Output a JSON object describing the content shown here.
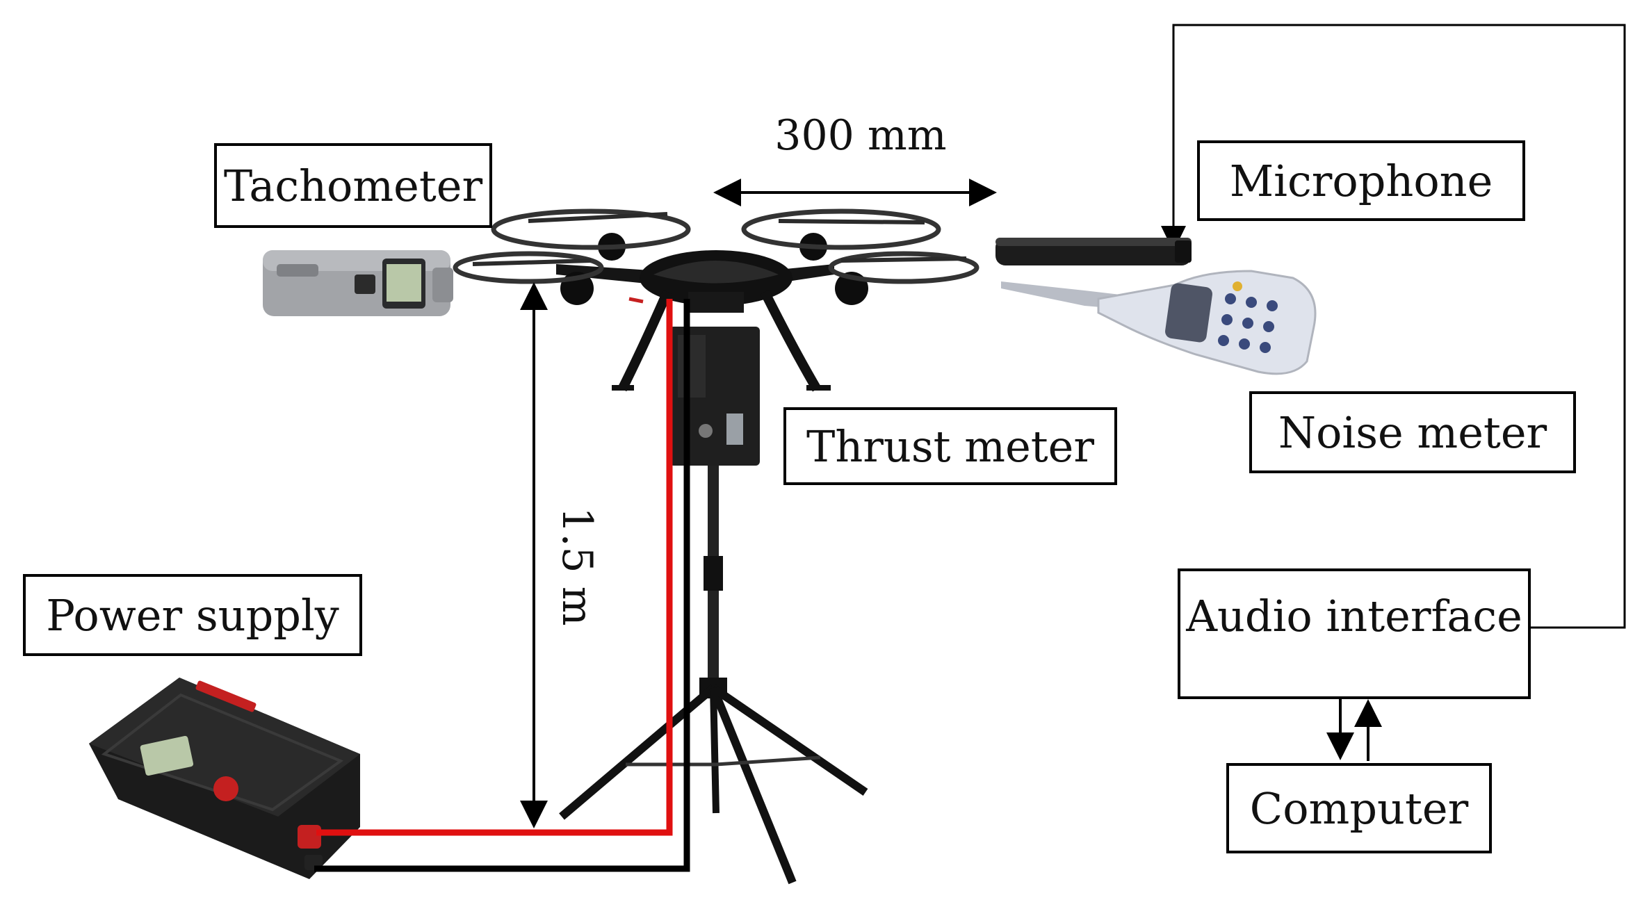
{
  "labels": {
    "tachometer": "Tachometer",
    "microphone": "Microphone",
    "noise_meter": "Noise meter",
    "thrust_meter": "Thrust meter",
    "power_supply": "Power supply",
    "audio_interface": "Audio interface",
    "computer": "Computer"
  },
  "dimensions": {
    "horizontal": "300 mm",
    "vertical": "1.5 m"
  },
  "colors": {
    "positive_cable": "#e01010",
    "negative_cable": "#000000",
    "device_dark": "#1d1d1f",
    "device_gray": "#9a9ca0",
    "device_light": "#d8dce6"
  }
}
